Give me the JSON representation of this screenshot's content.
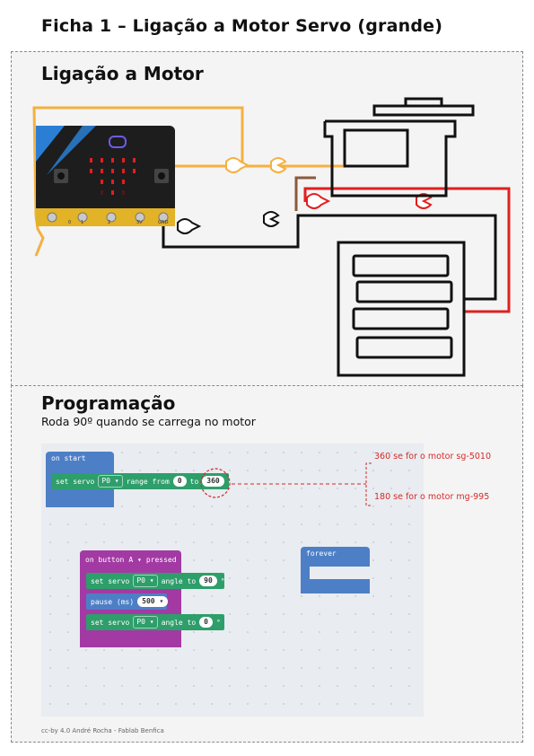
{
  "page_title": "Ficha 1 – Ligação a Motor Servo (grande)",
  "section_connection": {
    "title": "Ligação a Motor",
    "board_labels": [
      "0",
      "1",
      "2",
      "3V",
      "GND"
    ]
  },
  "section_programming": {
    "title": "Programação",
    "subtitle": "Roda 90º quando se carrega no motor"
  },
  "blocks": {
    "on_start": {
      "header": "on start",
      "servo_label": "set servo",
      "pin": "P0 ▾",
      "range_label": "range from",
      "from": "0",
      "to_label": "to",
      "to": "360"
    },
    "on_button": {
      "header_prefix": "on button",
      "button": "A ▾",
      "header_suffix": "pressed",
      "row1_label": "set servo",
      "row1_pin": "P0 ▾",
      "row1_angle_label": "angle to",
      "row1_angle": "90",
      "row1_unit": "°",
      "pause_label": "pause (ms)",
      "pause_value": "500 ▾",
      "row3_label": "set servo",
      "row3_pin": "P0 ▾",
      "row3_angle_label": "angle to",
      "row3_angle": "0",
      "row3_unit": "°"
    },
    "forever": {
      "header": "forever"
    }
  },
  "annotations": {
    "note1": "360 se for o motor sg-5010",
    "note2": "180 se for o motor mg-995"
  },
  "footer": "cc-by 4.0 André Rocha - Fablab Benfica",
  "colors": {
    "usb_wire": "#f5b041",
    "signal_wire": "#f5b041",
    "power_wire": "#e02020",
    "ground_wire": "#111111",
    "annotation": "#d42a2a",
    "block_blue": "#4d7fc6",
    "block_green": "#2e9e6b",
    "block_purple": "#a33aa3"
  }
}
